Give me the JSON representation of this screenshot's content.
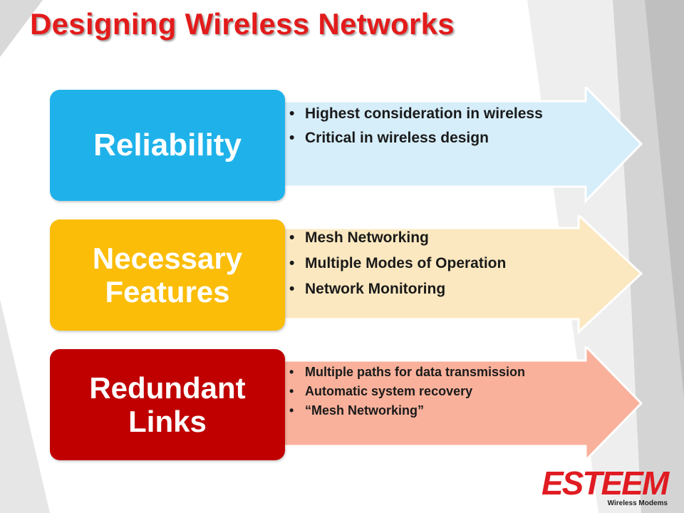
{
  "slide": {
    "title": "Designing Wireless Networks",
    "title_color": "#e31b1b"
  },
  "rows": [
    {
      "label": "Reliability",
      "label_color": "#1fb2ea",
      "arrow_color": "#d6eefa",
      "bullets": [
        "Highest consideration in wireless",
        "Critical in wireless design"
      ]
    },
    {
      "label_lines": [
        "Necessary",
        "Features"
      ],
      "label_color": "#fbbd08",
      "arrow_color": "#fbe8c0",
      "bullets": [
        "Mesh Networking",
        "Multiple Modes of Operation",
        "Network Monitoring"
      ]
    },
    {
      "label_lines": [
        "Redundant",
        "Links"
      ],
      "label_color": "#c00000",
      "arrow_color": "#f9b19b",
      "bullets": [
        "Multiple paths for data transmission",
        "Automatic system recovery",
        "“Mesh Networking”"
      ]
    }
  ],
  "logo": {
    "name": "ESTEEM",
    "tagline": "Wireless Modems",
    "color": "#e01b22"
  },
  "icons": {
    "logo": "esteem-logo-icon"
  }
}
